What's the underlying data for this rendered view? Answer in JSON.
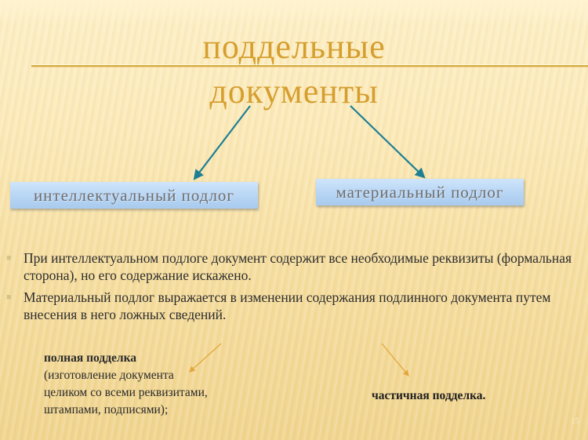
{
  "slide": {
    "title_line1": "поддельные",
    "title_line2": "документы",
    "boxes": {
      "left": "интеллектуальный подлог",
      "right": "материальный подлог"
    },
    "bullets": [
      {
        "marker": "■",
        "text": "При интеллектуальном подлоге документ содержит все необходимые реквизиты (формальная сторона), но его содержание искажено."
      },
      {
        "marker": "■",
        "text": "Материальный подлог выражается в изменении содержания подлинного документа путем внесения в него ложных сведений."
      }
    ],
    "sub_left": {
      "heading": "полная подделка",
      "lines": [
        "(изготовление документа",
        "целиком со всеми реквизитами,",
        "штампами, подписями);"
      ]
    },
    "sub_right": "частичная подделка.",
    "page_number": "15",
    "colors": {
      "title": "#d69e2e",
      "box_fill": "#b7d5f4",
      "arrow_main": "#1e7f93",
      "arrow_minor": "#e3a73a"
    }
  }
}
